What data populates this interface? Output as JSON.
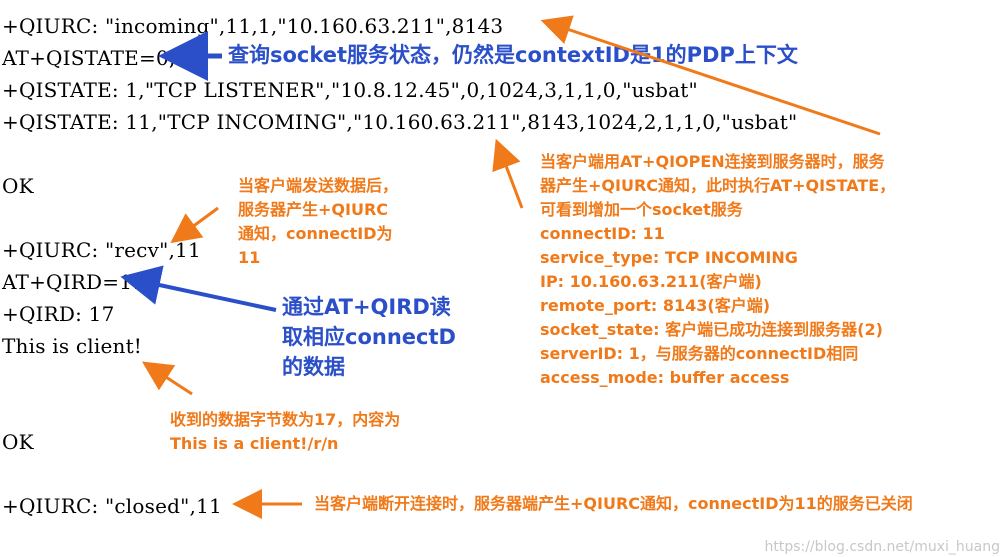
{
  "terminal": {
    "lines": [
      "+QIURC: \"incoming\",11,1,\"10.160.63.211\",8143",
      "AT+QISTATE=0,1",
      "+QISTATE: 1,\"TCP LISTENER\",\"10.8.12.45\",0,1024,3,1,1,0,\"usbat\"",
      "+QISTATE: 11,\"TCP INCOMING\",\"10.160.63.211\",8143,1024,2,1,1,0,\"usbat\"",
      "OK",
      "+QIURC: \"recv\",11",
      "AT+QIRD=11",
      "+QIRD: 17",
      "This is client!",
      "OK",
      "+QIURC: \"closed\",11"
    ]
  },
  "annotations": {
    "query_state": "查询socket服务状态，仍然是contextID是1的PDP上下文",
    "qiurc_info": [
      "当客户端用AT+QIOPEN连接到服务器时，服务",
      "器产生+QIURC通知，此时执行AT+QISTATE，",
      "可看到增加一个socket服务",
      "connectID: 11",
      "service_type: TCP INCOMING",
      "IP: 10.160.63.211(客户端)",
      "remote_port: 8143(客户端)",
      "socket_state: 客户端已成功连接到服务器(2)",
      "serverID: 1，与服务器的connectID相同",
      "access_mode: buffer access"
    ],
    "recv_note": [
      "当客户端发送数据后，",
      "服务器产生+QIURC",
      "通知，connectID为",
      "11"
    ],
    "read_note": [
      "通过AT+QIRD读",
      "取相应connectD",
      "的数据"
    ],
    "bytes_note": [
      "收到的数据字节数为17，内容为",
      "This is a client!/r/n"
    ],
    "closed_note": "当客户端断开连接时，服务器端产生+QIURC通知，connectID为11的服务已关闭"
  },
  "watermark": "https://blog.csdn.net/muxi_huang",
  "colors": {
    "orange": "#f07a1a",
    "blue": "#2a4fc9",
    "text": "#000000"
  }
}
